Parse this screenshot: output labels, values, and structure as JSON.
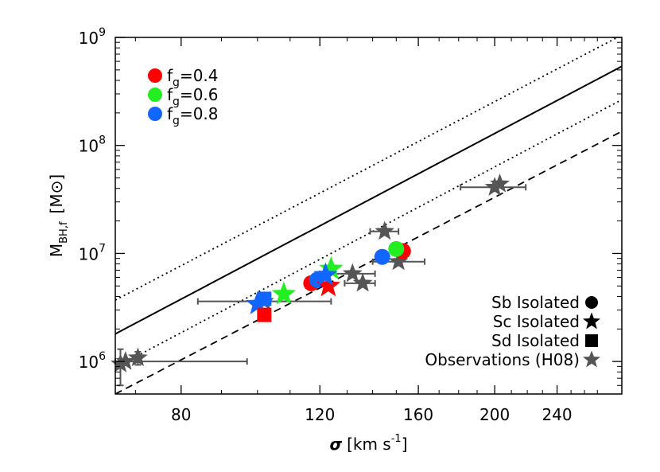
{
  "chart_data": {
    "type": "scatter",
    "xlabel": {
      "main": "σ",
      "unit_pre": "[km s",
      "unit_sup": "-1",
      "unit_post": "]"
    },
    "ylabel": {
      "main": "M",
      "sub": "BH,f",
      "unit": "[M⊙]"
    },
    "x_scale": "log",
    "y_scale": "log",
    "xlim": [
      66,
      290
    ],
    "ylim": [
      500000,
      1000000000
    ],
    "x_ticks": [
      {
        "value": 80,
        "label": "80"
      },
      {
        "value": 120,
        "label": "120"
      },
      {
        "value": 160,
        "label": "160"
      },
      {
        "value": 200,
        "label": "200"
      },
      {
        "value": 240,
        "label": "240"
      }
    ],
    "y_ticks": [
      {
        "value": 1000000,
        "base": "10",
        "exp": "6"
      },
      {
        "value": 10000000,
        "base": "10",
        "exp": "7"
      },
      {
        "value": 100000000,
        "base": "10",
        "exp": "8"
      },
      {
        "value": 1000000000,
        "base": "10",
        "exp": "9"
      }
    ],
    "gas_fraction_legend": [
      {
        "label": "f",
        "sub": "g",
        "value": "=0.4",
        "color": "#ff0000"
      },
      {
        "label": "f",
        "sub": "g",
        "value": "=0.6",
        "color": "#22ee22"
      },
      {
        "label": "f",
        "sub": "g",
        "value": "=0.8",
        "color": "#1166ff"
      }
    ],
    "marker_legend": [
      {
        "label": "Sb Isolated",
        "marker": "circle",
        "color": "#000000"
      },
      {
        "label": "Sc Isolated",
        "marker": "star",
        "color": "#000000"
      },
      {
        "label": "Sd Isolated",
        "marker": "square",
        "color": "#000000"
      },
      {
        "label": "Observations (H08)",
        "marker": "star",
        "color": "#555555"
      }
    ],
    "lines": [
      {
        "style": "dotted",
        "points": [
          [
            66,
            3700000
          ],
          [
            290,
            1050000000
          ]
        ]
      },
      {
        "style": "solid",
        "points": [
          [
            66,
            1800000
          ],
          [
            290,
            540000000
          ]
        ]
      },
      {
        "style": "dotted",
        "points": [
          [
            66,
            880000
          ],
          [
            290,
            265000000
          ]
        ]
      },
      {
        "style": "dashed",
        "points": [
          [
            66,
            500000
          ],
          [
            290,
            135000000
          ]
        ]
      }
    ],
    "series": [
      {
        "name": "Observations (H08)",
        "marker": "star",
        "color": "#555555",
        "points": [
          {
            "x": 67,
            "y": 950000,
            "xerr": [
              0,
              0
            ],
            "yerr": [
              350000,
              350000
            ]
          },
          {
            "x": 70.5,
            "y": 1080000,
            "xerr": [
              0,
              0
            ],
            "yerr": [
              150000,
              150000
            ]
          },
          {
            "x": 68,
            "y": 1000000,
            "xerr": [
              2,
              29
            ],
            "yerr": [
              0,
              0
            ]
          },
          {
            "x": 102,
            "y": 3600000,
            "xerr": [
              18,
              22
            ],
            "yerr": [
              0,
              0
            ]
          },
          {
            "x": 132,
            "y": 6500000,
            "xerr": [
              12,
              9
            ],
            "yerr": [
              0,
              0
            ]
          },
          {
            "x": 136,
            "y": 5300000,
            "xerr": [
              7,
              5
            ],
            "yerr": [
              0,
              0
            ]
          },
          {
            "x": 145,
            "y": 16000000,
            "xerr": [
              6,
              6
            ],
            "yerr": [
              0,
              0
            ]
          },
          {
            "x": 151,
            "y": 8400000,
            "xerr": [
              11,
              12
            ],
            "yerr": [
              0,
              0
            ]
          },
          {
            "x": 200,
            "y": 41000000,
            "xerr": [
              19,
              19
            ],
            "yerr": [
              0,
              0
            ]
          },
          {
            "x": 203,
            "y": 44000000,
            "xerr": [
              0,
              0
            ],
            "yerr": [
              0,
              0
            ]
          }
        ]
      },
      {
        "name": "Sb Isolated, f_g=0.4",
        "marker": "circle",
        "color": "#ff0000",
        "points": [
          {
            "x": 117,
            "y": 5300000
          },
          {
            "x": 153,
            "y": 10500000
          }
        ]
      },
      {
        "name": "Sb Isolated, f_g=0.6",
        "marker": "circle",
        "color": "#22ee22",
        "points": [
          {
            "x": 150,
            "y": 11000000
          }
        ]
      },
      {
        "name": "Sb Isolated, f_g=0.8",
        "marker": "circle",
        "color": "#1166ff",
        "points": [
          {
            "x": 119,
            "y": 5700000
          },
          {
            "x": 144,
            "y": 9300000
          }
        ]
      },
      {
        "name": "Sc Isolated, f_g=0.4",
        "marker": "star",
        "color": "#ff0000",
        "points": [
          {
            "x": 123,
            "y": 5000000
          }
        ]
      },
      {
        "name": "Sc Isolated, f_g=0.6",
        "marker": "star",
        "color": "#22ee22",
        "points": [
          {
            "x": 108,
            "y": 4200000
          },
          {
            "x": 124,
            "y": 7200000
          }
        ]
      },
      {
        "name": "Sc Isolated, f_g=0.8",
        "marker": "star",
        "color": "#1166ff",
        "points": [
          {
            "x": 100,
            "y": 3400000
          },
          {
            "x": 122,
            "y": 6300000
          }
        ]
      },
      {
        "name": "Sd Isolated, f_g=0.4",
        "marker": "square",
        "color": "#ff0000",
        "points": [
          {
            "x": 102,
            "y": 2700000
          }
        ]
      },
      {
        "name": "Sd Isolated, f_g=0.8",
        "marker": "square",
        "color": "#1166ff",
        "points": [
          {
            "x": 102,
            "y": 3800000
          }
        ]
      }
    ]
  }
}
